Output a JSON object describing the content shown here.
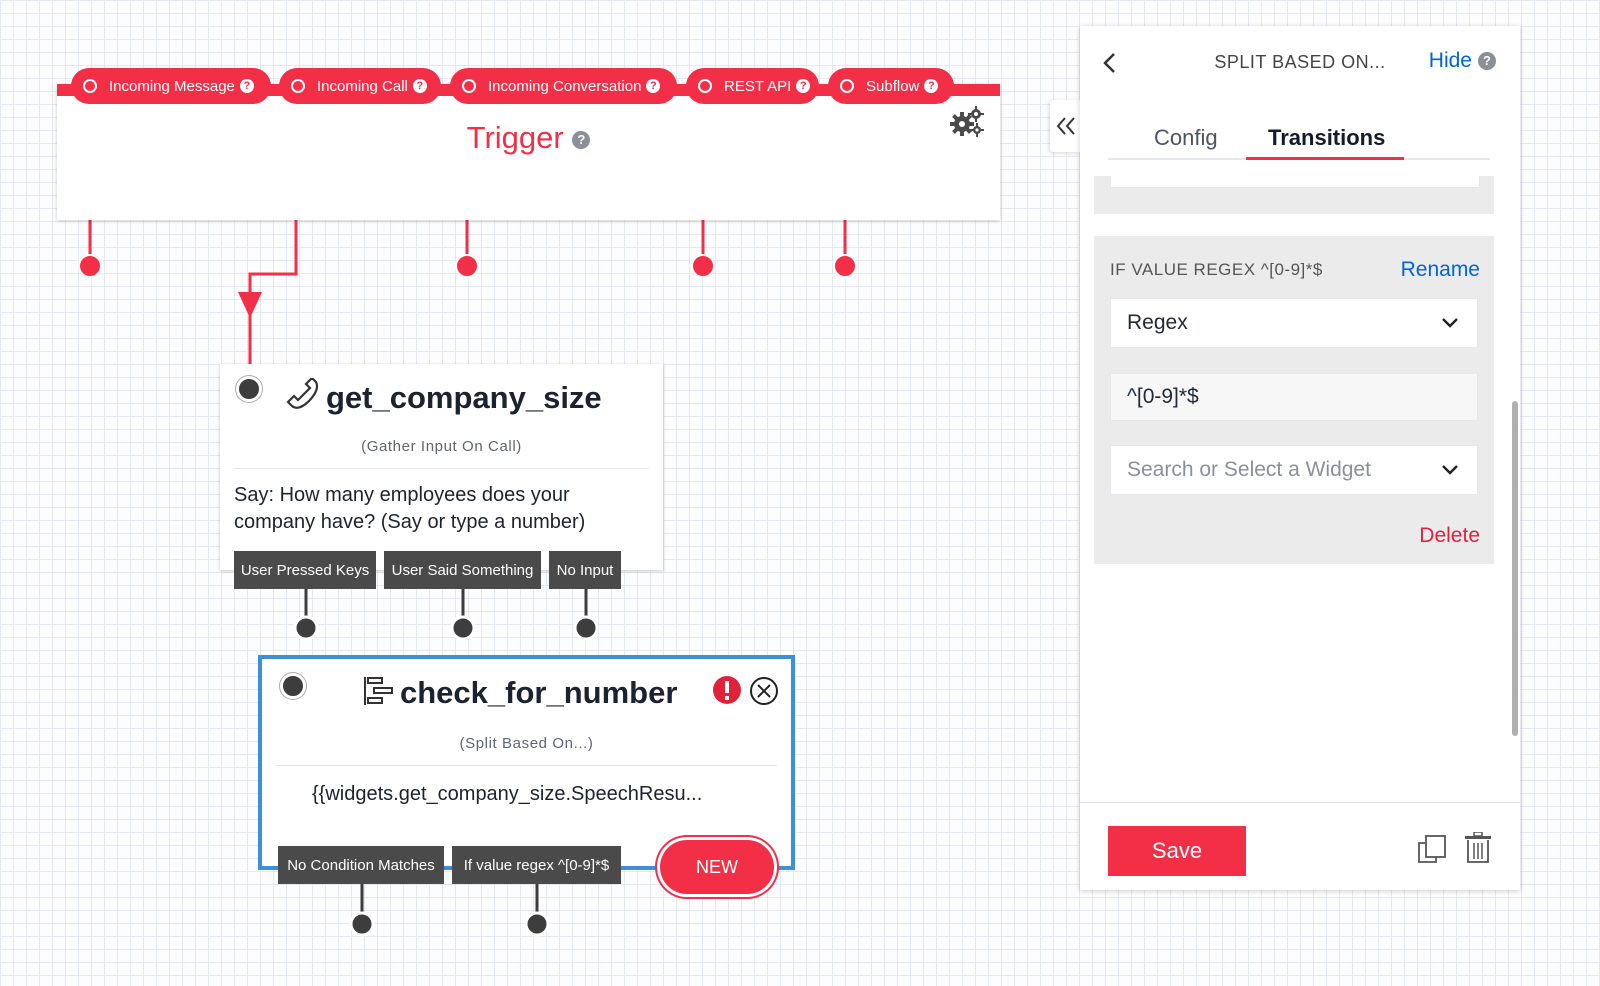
{
  "trigger": {
    "title": "Trigger",
    "pills": [
      {
        "label": "Incoming Message"
      },
      {
        "label": "Incoming Call"
      },
      {
        "label": "Incoming Conversation"
      },
      {
        "label": "REST API"
      },
      {
        "label": "Subflow"
      }
    ]
  },
  "gather_widget": {
    "name": "get_company_size",
    "type": "(Gather Input On Call)",
    "body_line1": "Say: How many employees does your",
    "body_line2": "company have? (Say or type a number)",
    "transitions": [
      "User Pressed Keys",
      "User Said Something",
      "No Input"
    ]
  },
  "split_widget": {
    "name": "check_for_number",
    "type": "(Split Based On...)",
    "body": "{{widgets.get_company_size.SpeechResu...",
    "transitions": [
      "No Condition Matches",
      "If value regex ^[0-9]*$"
    ],
    "new_label": "NEW"
  },
  "panel": {
    "title": "SPLIT BASED ON...",
    "hide_label": "Hide",
    "tabs": {
      "config": "Config",
      "transitions": "Transitions"
    },
    "condition": {
      "label": "IF VALUE REGEX ^[0-9]*$",
      "rename_label": "Rename",
      "operator": "Regex",
      "value": "^[0-9]*$",
      "widget_placeholder": "Search or Select a Widget",
      "delete_label": "Delete"
    },
    "save_label": "Save"
  },
  "colors": {
    "accent": "#f22f46",
    "link": "#0263e0",
    "selected_border": "#3d8fd6",
    "tag_bg": "#4a4a4a"
  }
}
